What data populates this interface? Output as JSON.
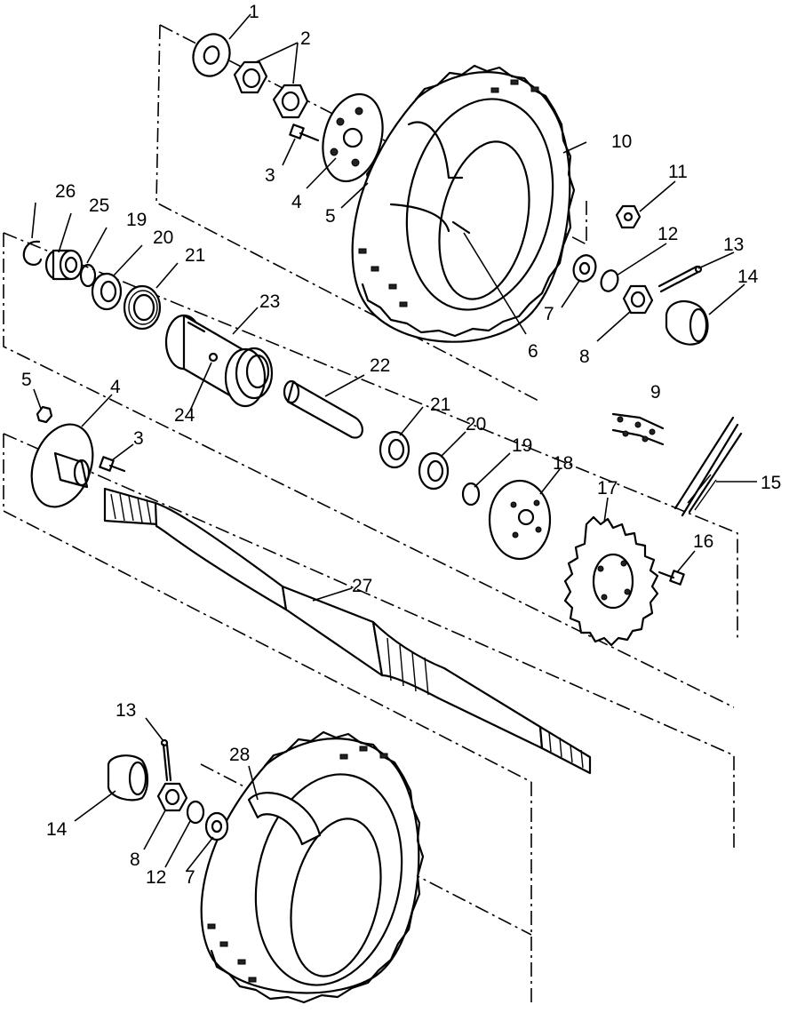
{
  "callouts": {
    "c1": "1",
    "c2": "2",
    "c3a": "3",
    "c4a": "4",
    "c5a": "5",
    "c6": "6",
    "c7a": "7",
    "c8a": "8",
    "c9": "9",
    "c10": "10",
    "c11": "11",
    "c12a": "12",
    "c13a": "13",
    "c14a": "14",
    "c15": "15",
    "c16": "16",
    "c17": "17",
    "c18": "18",
    "c19a": "19",
    "c20a": "20",
    "c21a": "21",
    "c22": "22",
    "c23": "23",
    "c24": "24",
    "c25": "25",
    "c26": "26",
    "c5b": "5",
    "c4b": "4",
    "c3b": "3",
    "c21b": "21",
    "c20b": "20",
    "c19b": "19",
    "c27": "27",
    "c13b": "13",
    "c28": "28",
    "c14b": "14",
    "c8b": "8",
    "c12b": "12",
    "c7b": "7"
  },
  "icons": {
    "washer": "washer-icon",
    "nut": "hex-nut-icon",
    "bolt": "bolt-icon",
    "hub": "hub-icon",
    "wheel": "wheel-icon",
    "bearing": "bearing-icon",
    "sprocket": "sprocket-icon",
    "axle": "axle-shaft-icon",
    "cap": "dust-cap-icon"
  }
}
